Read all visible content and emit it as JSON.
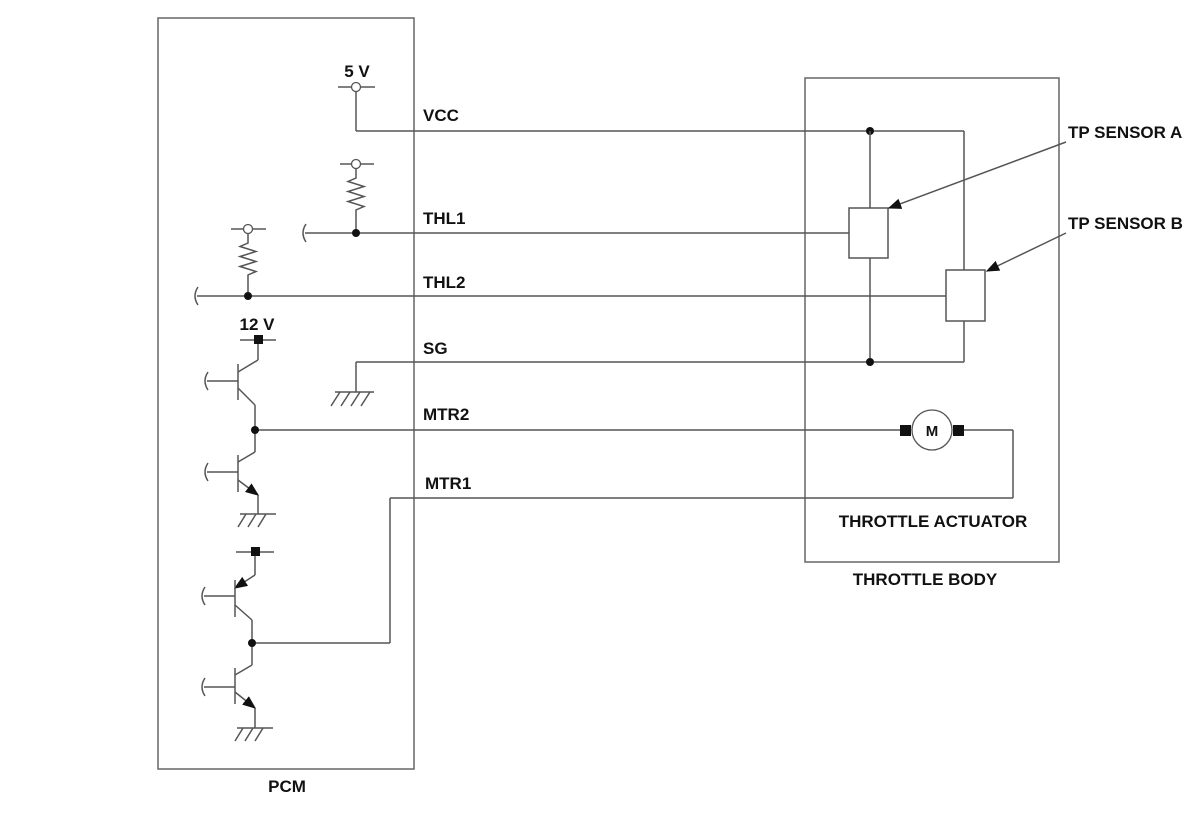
{
  "blocks": {
    "pcm": "PCM",
    "throttle_body": "THROTTLE BODY",
    "throttle_actuator": "THROTTLE ACTUATOR"
  },
  "supplies": {
    "v5": "5 V",
    "v12": "12 V"
  },
  "signals": {
    "vcc": "VCC",
    "thl1": "THL1",
    "thl2": "THL2",
    "sg": "SG",
    "mtr2": "MTR2",
    "mtr1": "MTR1"
  },
  "sensors": {
    "a": "TP SENSOR A",
    "b": "TP SENSOR B"
  },
  "motor": "M"
}
